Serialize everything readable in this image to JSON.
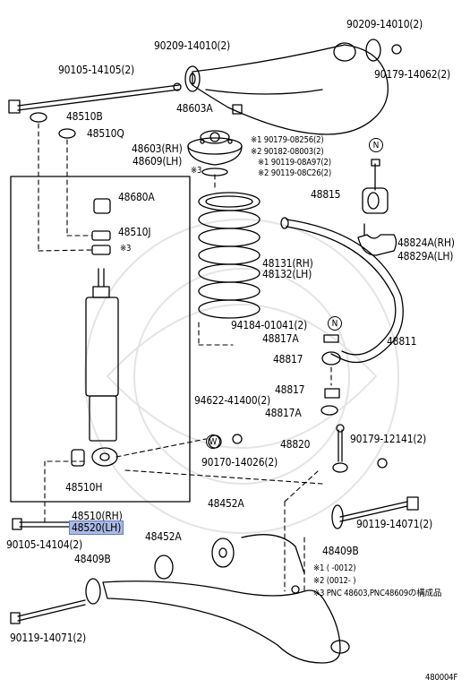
{
  "diagram": {
    "code": "480004F",
    "marks": {
      "n1": "N",
      "n2": "N",
      "w": "W"
    },
    "parts": [
      {
        "key": "p_90209_a",
        "text": "90209-14010(2)"
      },
      {
        "key": "p_90209_b",
        "text": "90209-14010(2)"
      },
      {
        "key": "p_90105_a",
        "text": "90105-14105(2)"
      },
      {
        "key": "p_90179_a",
        "text": "90179-14062(2)"
      },
      {
        "key": "p_48603a",
        "text": "48603A"
      },
      {
        "key": "p_48510b",
        "text": "48510B"
      },
      {
        "key": "p_48510q",
        "text": "48510Q"
      },
      {
        "key": "p_48603",
        "text": "48603(RH)"
      },
      {
        "key": "p_48609",
        "text": "48609(LH)"
      },
      {
        "key": "p_90179_b",
        "text": "※1 90179-08256(2)"
      },
      {
        "key": "p_90182",
        "text": "※2 90182-08003(2)"
      },
      {
        "key": "p_90119_a",
        "text": "※1 90119-08A97(2)"
      },
      {
        "key": "p_90119_b",
        "text": "※2 90119-08C26(2)"
      },
      {
        "key": "p_mark3a",
        "text": "※3"
      },
      {
        "key": "p_48680a",
        "text": "48680A"
      },
      {
        "key": "p_48815",
        "text": "48815"
      },
      {
        "key": "p_48510j",
        "text": "48510J"
      },
      {
        "key": "p_mark3b",
        "text": "※3"
      },
      {
        "key": "p_48824a",
        "text": "48824A(RH)"
      },
      {
        "key": "p_48829a",
        "text": "48829A(LH)"
      },
      {
        "key": "p_48131",
        "text": "48131(RH)"
      },
      {
        "key": "p_48132",
        "text": "48132(LH)"
      },
      {
        "key": "p_94184",
        "text": "94184-01041(2)"
      },
      {
        "key": "p_48817a_1",
        "text": "48817A"
      },
      {
        "key": "p_48811",
        "text": "48811"
      },
      {
        "key": "p_48817_1",
        "text": "48817"
      },
      {
        "key": "p_48817_2",
        "text": "48817"
      },
      {
        "key": "p_94622",
        "text": "94622-41400(2)"
      },
      {
        "key": "p_48817a_2",
        "text": "48817A"
      },
      {
        "key": "p_48820",
        "text": "48820"
      },
      {
        "key": "p_90179_c",
        "text": "90179-12141(2)"
      },
      {
        "key": "p_90170",
        "text": "90170-14026(2)"
      },
      {
        "key": "p_48510h",
        "text": "48510H"
      },
      {
        "key": "p_48452a_1",
        "text": "48452A"
      },
      {
        "key": "p_48510",
        "text": "48510(RH)"
      },
      {
        "key": "p_48520",
        "text": "48520(LH)"
      },
      {
        "key": "p_90119_c",
        "text": "90119-14071(2)"
      },
      {
        "key": "p_90105_b",
        "text": "90105-14104(2)"
      },
      {
        "key": "p_48452a_2",
        "text": "48452A"
      },
      {
        "key": "p_48409b_1",
        "text": "48409B"
      },
      {
        "key": "p_48409b_2",
        "text": "48409B"
      },
      {
        "key": "p_90119_d",
        "text": "90119-14071(2)"
      }
    ],
    "notes": {
      "n1": "※1 (      -0012)",
      "n2": "※2 (0012-       )",
      "n3": "※3 PNC 48603,PNC48609の構成品"
    }
  }
}
